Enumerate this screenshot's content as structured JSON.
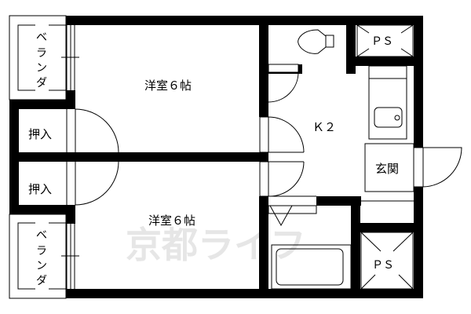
{
  "floorplan": {
    "layout_type": "2K",
    "rooms": {
      "western_room_top": {
        "label": "洋室６帖"
      },
      "western_room_bottom": {
        "label": "洋室６帖"
      },
      "kitchen": {
        "label": "Ｋ２"
      },
      "entrance": {
        "label": "玄関"
      },
      "closet_top": {
        "label": "押入"
      },
      "closet_bottom": {
        "label": "押入"
      },
      "veranda_top": {
        "label_chars": [
          "ベ",
          "ラ",
          "ン",
          "ダ"
        ]
      },
      "veranda_bottom": {
        "label_chars": [
          "ベ",
          "ラ",
          "ン",
          "ダ"
        ]
      },
      "pipe_shaft_top": {
        "label": "ＰＳ"
      },
      "pipe_shaft_bottom": {
        "label": "ＰＳ"
      }
    },
    "fixtures": [
      "toilet",
      "kitchen-sink",
      "bathtub",
      "washbasin-triangle"
    ],
    "watermark": "京都ライフ",
    "colors": {
      "wall": "#000000",
      "background": "#ffffff",
      "watermark": "#e6e6e6"
    }
  }
}
